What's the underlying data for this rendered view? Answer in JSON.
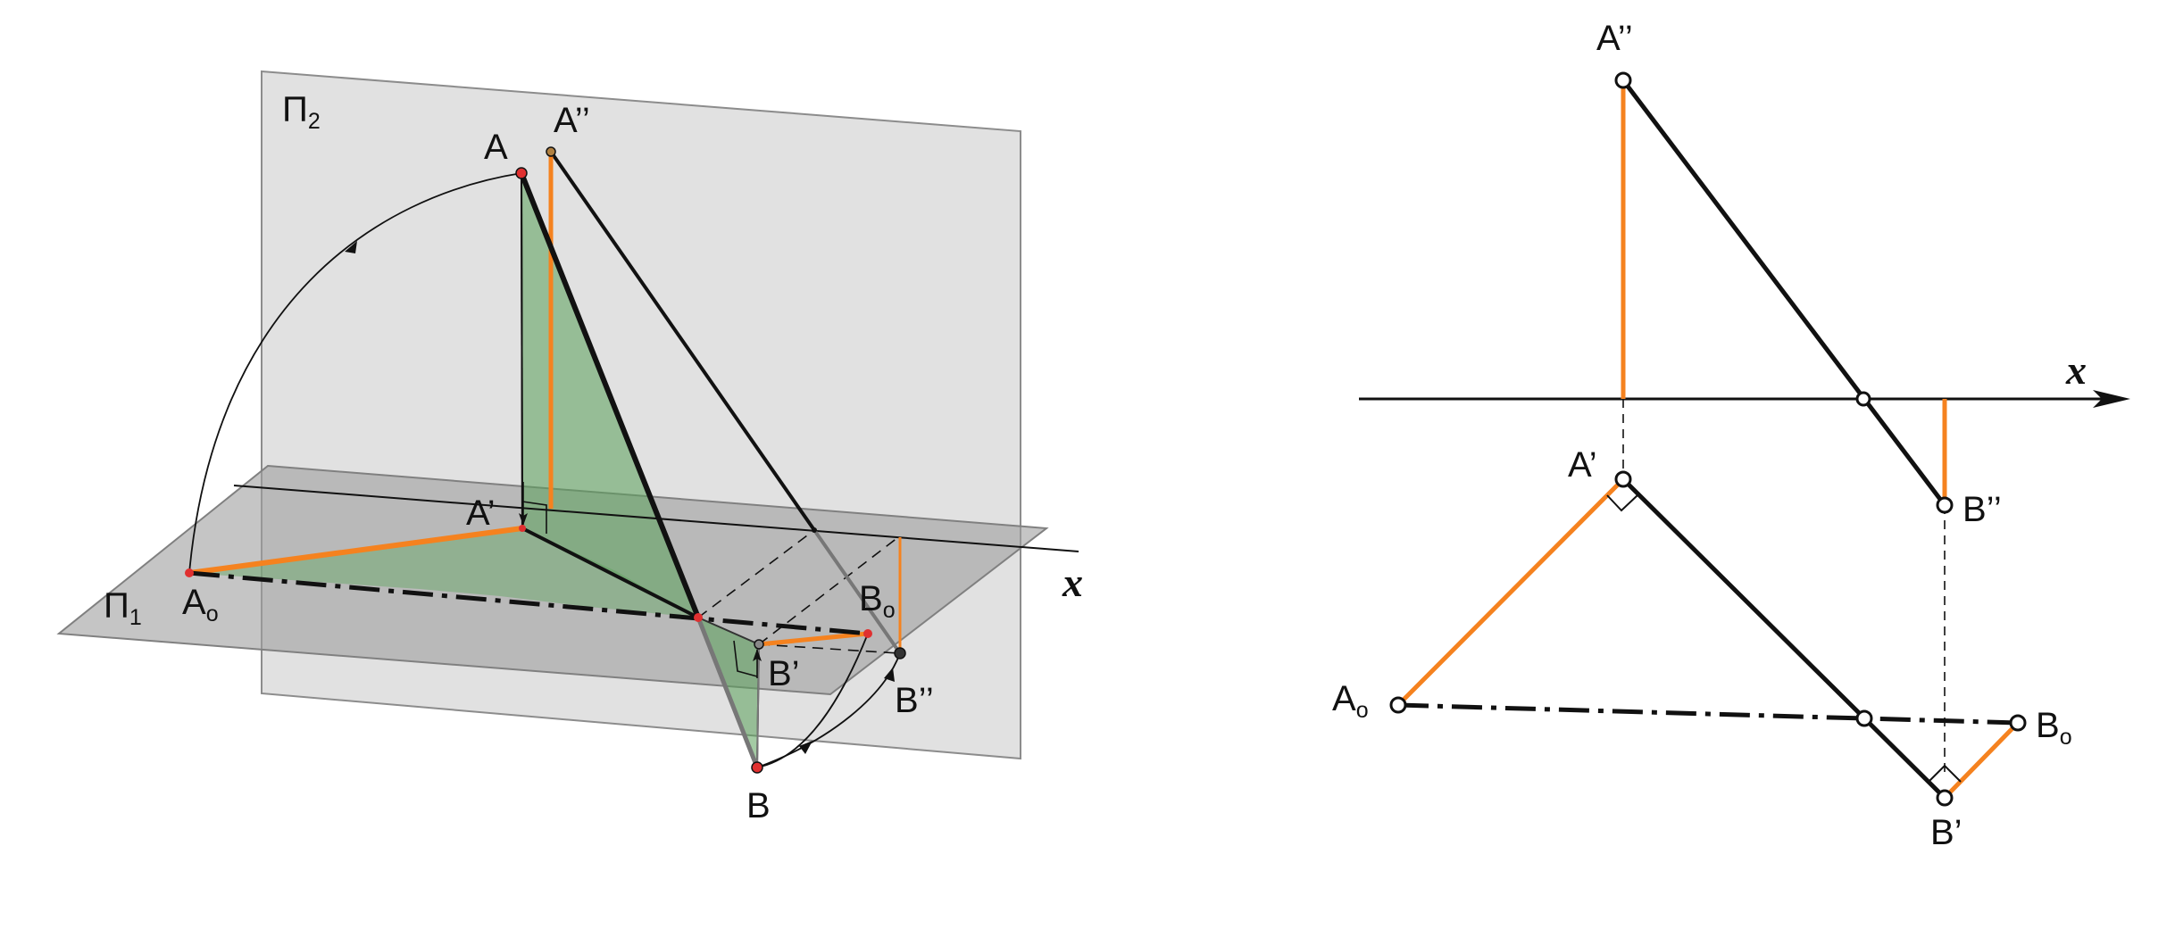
{
  "colors": {
    "plane": "#b9b9b9",
    "plane_edge": "#8c8c8c",
    "orange": "#f5821f",
    "green": "#5aa05a",
    "black": "#111111",
    "point_red": "#e03030"
  },
  "left_figure": {
    "labels": {
      "pi2_base": "Π",
      "pi2_sub": "2",
      "pi1_base": "Π",
      "pi1_sub": "1",
      "A": "A",
      "A2": "A’’",
      "A1": "A’",
      "A0_base": "A",
      "A0_sub": "o",
      "B": "B",
      "B1": "B’",
      "B2": "B’’",
      "B0_base": "B",
      "B0_sub": "o",
      "x": "x"
    }
  },
  "right_figure": {
    "labels": {
      "A2": "A’’",
      "A1": "A’",
      "A0_base": "A",
      "A0_sub": "o",
      "B2": "B’’",
      "B1": "B’",
      "B0_base": "B",
      "B0_sub": "o",
      "x": "x"
    }
  }
}
